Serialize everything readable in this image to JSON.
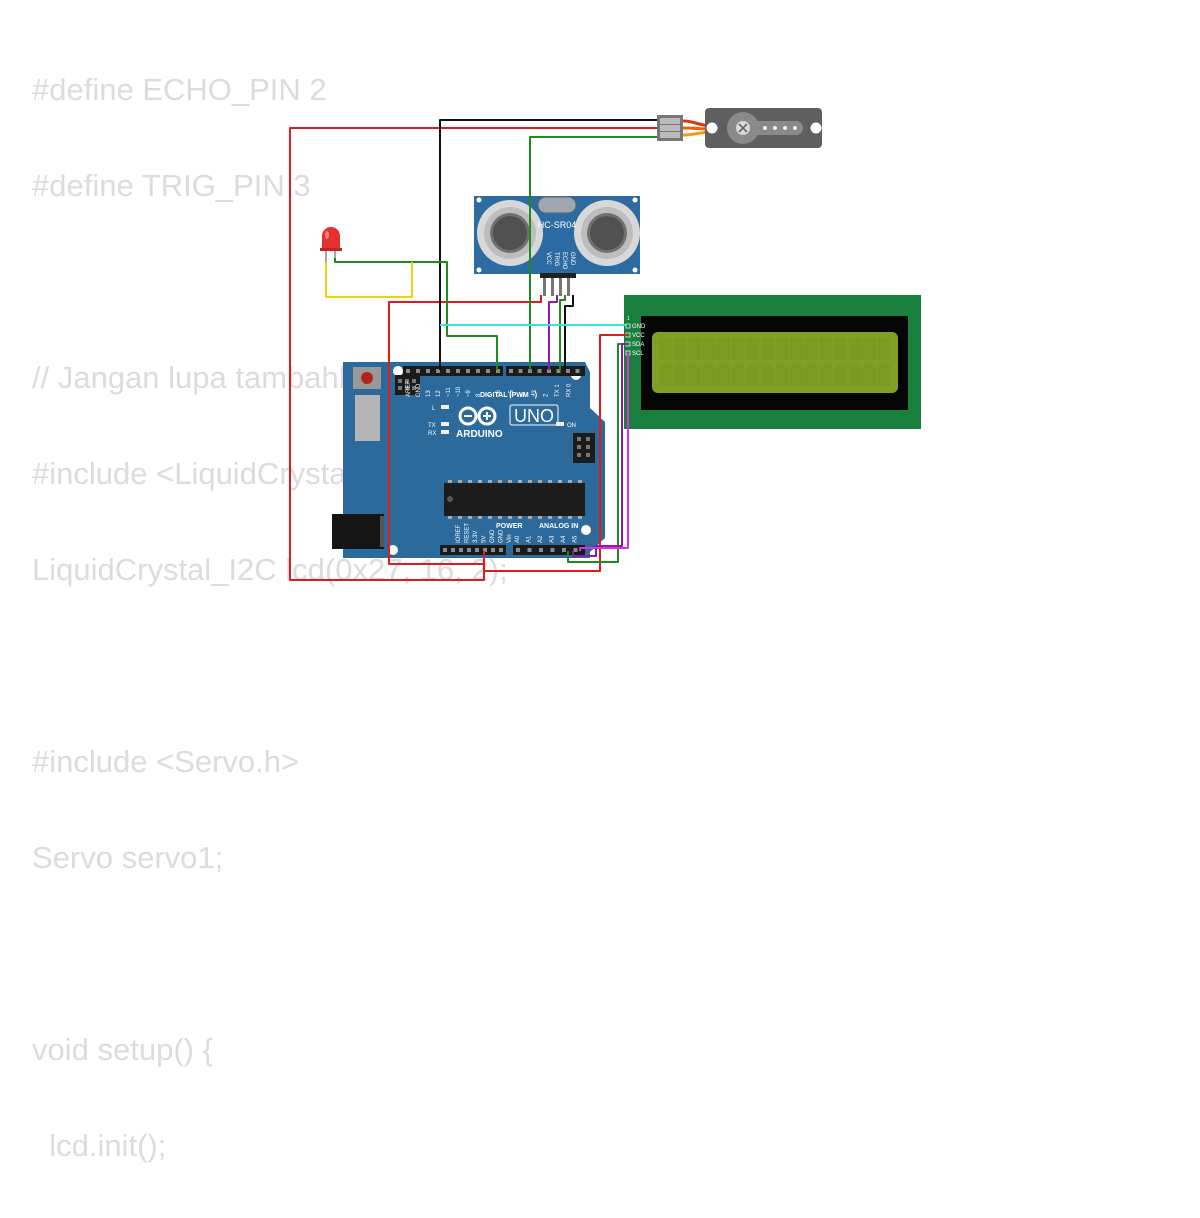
{
  "code_lines": [
    "#define ECHO_PIN 2",
    "#define TRIG_PIN 3",
    "",
    "// Jangan lupa tambahkan library",
    "#include <LiquidCrystal_I2C.h>",
    "LiquidCrystal_I2C lcd(0x27, 16, 2);",
    "",
    "#include <Servo.h>",
    "Servo servo1;",
    "",
    "void setup() {",
    "  lcd.init();"
  ],
  "sensor": {
    "model": "HC-SR04",
    "pins": [
      "VCC",
      "TRIG",
      "ECHO",
      "GND"
    ]
  },
  "lcd": {
    "pins": [
      "GND",
      "VCC",
      "SDA",
      "SCL"
    ]
  },
  "arduino": {
    "brand": "ARDUINO",
    "model": "UNO",
    "digital_label": "DIGITAL (PWM ~)",
    "power_label": "POWER",
    "analog_label": "ANALOG IN",
    "on_label": "ON",
    "l_label": "L",
    "tx_label": "TX",
    "rx_label": "RX",
    "digital_pins": [
      "AREF",
      "GND",
      "13",
      "12",
      "~11",
      "~10",
      "~9",
      "8",
      "7",
      "~6",
      "~5",
      "4",
      "~3",
      "2",
      "TX 1",
      "RX 0"
    ],
    "power_pins": [
      "IOREF",
      "RESET",
      "3.3V",
      "5V",
      "GND",
      "GND",
      "Vin"
    ],
    "analog_pins": [
      "A0",
      "A1",
      "A2",
      "A3",
      "A4",
      "A5"
    ]
  },
  "colors": {
    "board": "#2b6a9a",
    "lcd_pcb": "#1a7f3c",
    "lcd_screen": "#7fa123",
    "sensor_pcb": "#2d6ba3",
    "wire_red": "#e11b1b",
    "wire_black": "#111111",
    "wire_green": "#1f8a1f",
    "wire_purple": "#8a1aa8",
    "wire_magenta": "#e02de0",
    "wire_cyan": "#3fe0e0",
    "wire_yellow": "#e8d21a",
    "led": "#e53030"
  }
}
